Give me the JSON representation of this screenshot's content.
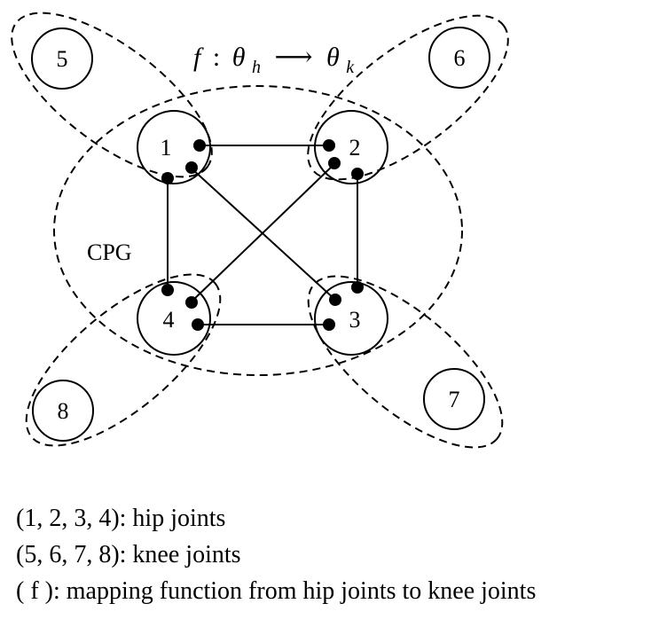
{
  "diagram": {
    "mapping_label": {
      "f": "f",
      "colon": ":",
      "theta_h": "θ",
      "h_sub": "h",
      "arrow": "⟶",
      "theta_k": "θ",
      "k_sub": "k"
    },
    "cpg_label": "CPG",
    "nodes": {
      "n1": "1",
      "n2": "2",
      "n3": "3",
      "n4": "4",
      "n5": "5",
      "n6": "6",
      "n7": "7",
      "n8": "8"
    }
  },
  "legend": {
    "line1": "(1, 2, 3, 4): hip joints",
    "line2": "(5, 6, 7, 8): knee joints",
    "line3": "( f ): mapping function from hip joints to knee joints"
  }
}
